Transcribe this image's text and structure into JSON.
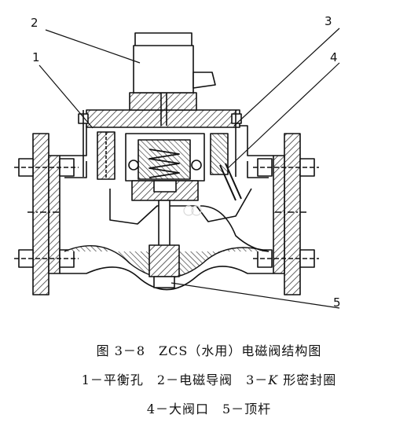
{
  "figure": {
    "callouts": [
      "1",
      "2",
      "3",
      "4",
      "5"
    ],
    "caption": {
      "title": "图 3－8　ZCS（水用）电磁阀结构图",
      "legend_line1_a": "1－平衡孔　2－电磁导阀　3－",
      "legend_line1_k": "K",
      "legend_line1_b": " 形密封圈",
      "legend_line2": "4－大阀口　5－顶杆"
    }
  }
}
